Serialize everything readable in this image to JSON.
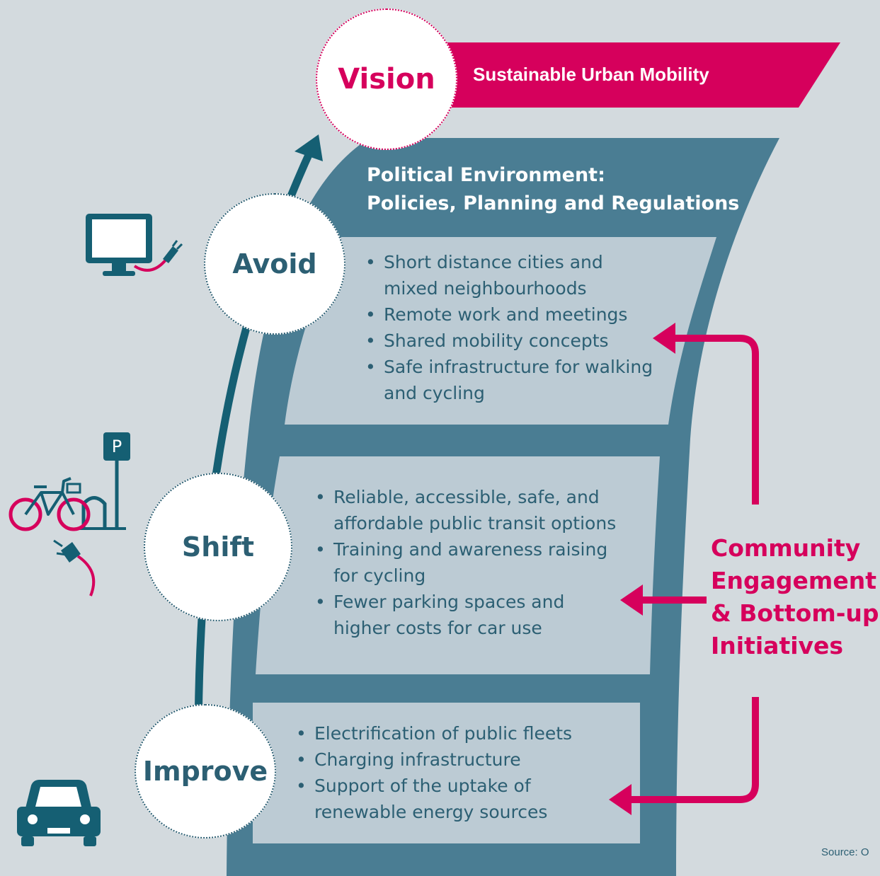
{
  "colors": {
    "accent": "#d6005c",
    "teal": "#2c5f73",
    "panel": "#4a7d93",
    "box": "#bccbd4",
    "background": "#d3dade"
  },
  "vision": {
    "label": "Vision",
    "banner": "Sustainable Urban Mobility"
  },
  "political": {
    "line1": "Political Environment:",
    "line2": "Policies, Planning and Regulations"
  },
  "avoid": {
    "label": "Avoid",
    "icon": "computer-plug-icon",
    "bullets": [
      "Short distance cities and",
      "mixed neighbourhoods",
      "Remote work and meetings",
      "Shared mobility concepts",
      "Safe infrastructure for walking",
      "and cycling"
    ]
  },
  "shift": {
    "label": "Shift",
    "icon": "bicycle-parking-icon",
    "parking_letter": "P",
    "bullets": [
      "Reliable, accessible, safe, and",
      "affordable public transit options",
      "Training and awareness raising",
      "for cycling",
      "Fewer parking spaces and",
      "higher costs for car use"
    ]
  },
  "improve": {
    "label": "Improve",
    "icon": "electric-car-icon",
    "bullets": [
      "Electrification of public fleets",
      "Charging infrastructure",
      "Support of the uptake of",
      "renewable energy sources"
    ]
  },
  "community": {
    "line1": "Community",
    "line2": "Engagement",
    "line3": "& Bottom-up",
    "line4": "Initiatives"
  },
  "source": "Source: O"
}
